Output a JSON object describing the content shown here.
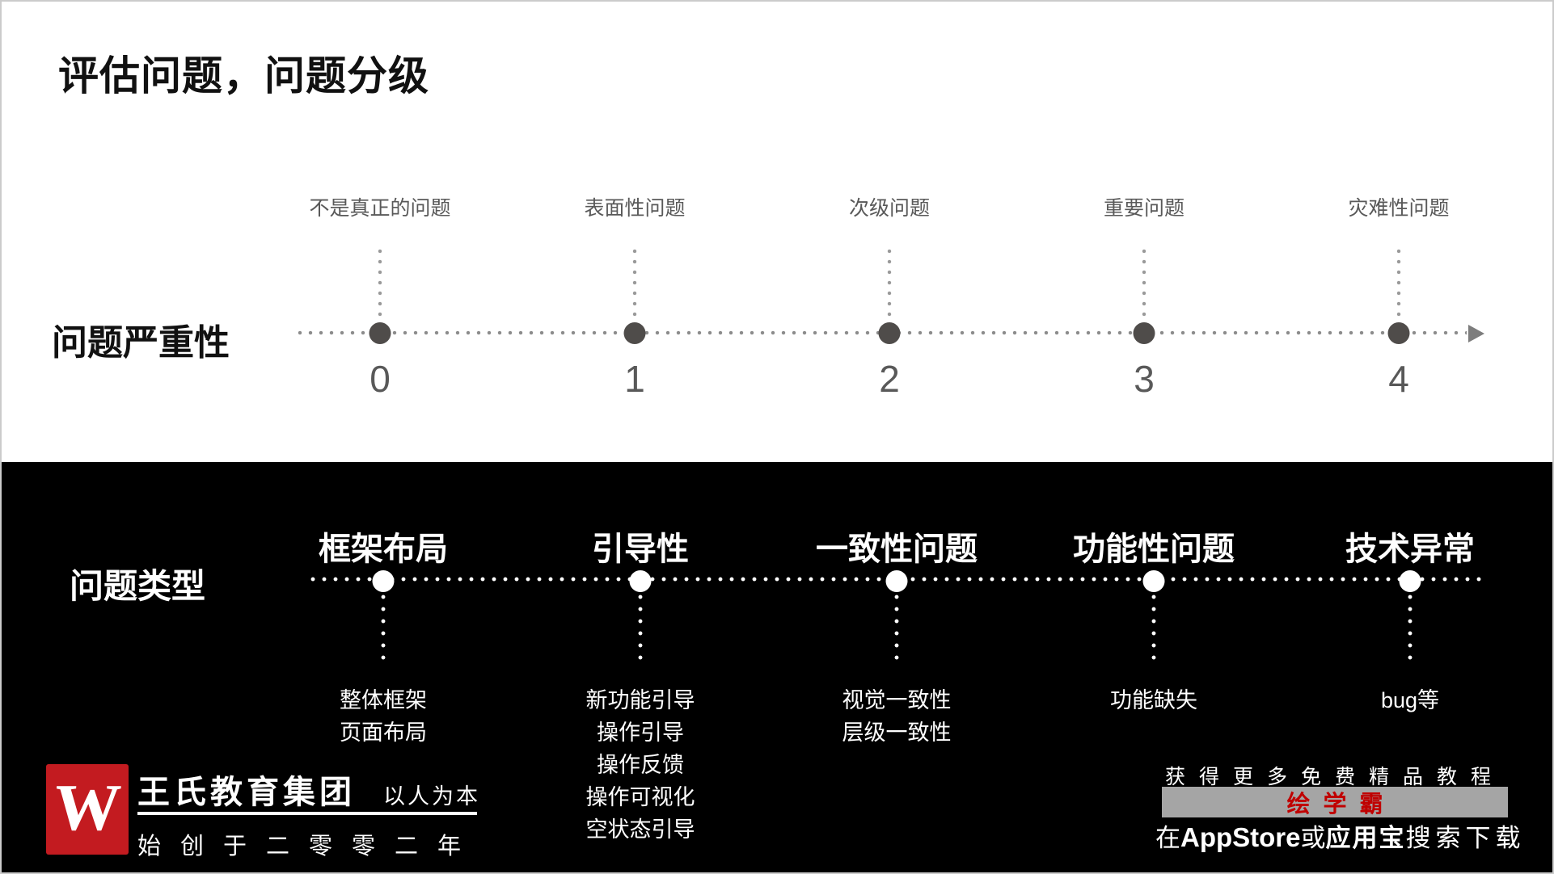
{
  "slide": {
    "title": "评估问题，问题分级"
  },
  "severity": {
    "axis_label": "问题严重性",
    "items": [
      {
        "label": "不是真正的问题",
        "value": "0"
      },
      {
        "label": "表面性问题",
        "value": "1"
      },
      {
        "label": "次级问题",
        "value": "2"
      },
      {
        "label": "重要问题",
        "value": "3"
      },
      {
        "label": "灾难性问题",
        "value": "4"
      }
    ]
  },
  "types": {
    "axis_label": "问题类型",
    "items": [
      {
        "label": "框架布局",
        "details": [
          "整体框架",
          "页面布局"
        ]
      },
      {
        "label": "引导性",
        "details": [
          "新功能引导",
          "操作引导",
          "操作反馈",
          "操作可视化",
          "空状态引导"
        ]
      },
      {
        "label": "一致性问题",
        "details": [
          "视觉一致性",
          "层级一致性"
        ]
      },
      {
        "label": "功能性问题",
        "details": [
          "功能缺失"
        ]
      },
      {
        "label": "技术异常",
        "details": [
          "bug等"
        ]
      }
    ]
  },
  "footer": {
    "brand": {
      "logo_letter": "W",
      "name": "王氏教育集团",
      "tagline": "以人为本",
      "slogan": "始创于二零零二年"
    },
    "promo": {
      "line1": "获得更多免费精品教程",
      "app_name": "绘学霸",
      "line3_prefix": "在",
      "line3_store1": "AppStore",
      "line3_or": "或",
      "line3_store2": "应用宝",
      "line3_suffix": "搜索下载"
    }
  },
  "colors": {
    "logo_red": "#c31b20",
    "promo_red": "#c00000",
    "badge_gray": "#a5a5a5",
    "axis_text_gray": "#595959",
    "dot_dark_gray": "#4f4c4a",
    "section_black": "#000000"
  }
}
